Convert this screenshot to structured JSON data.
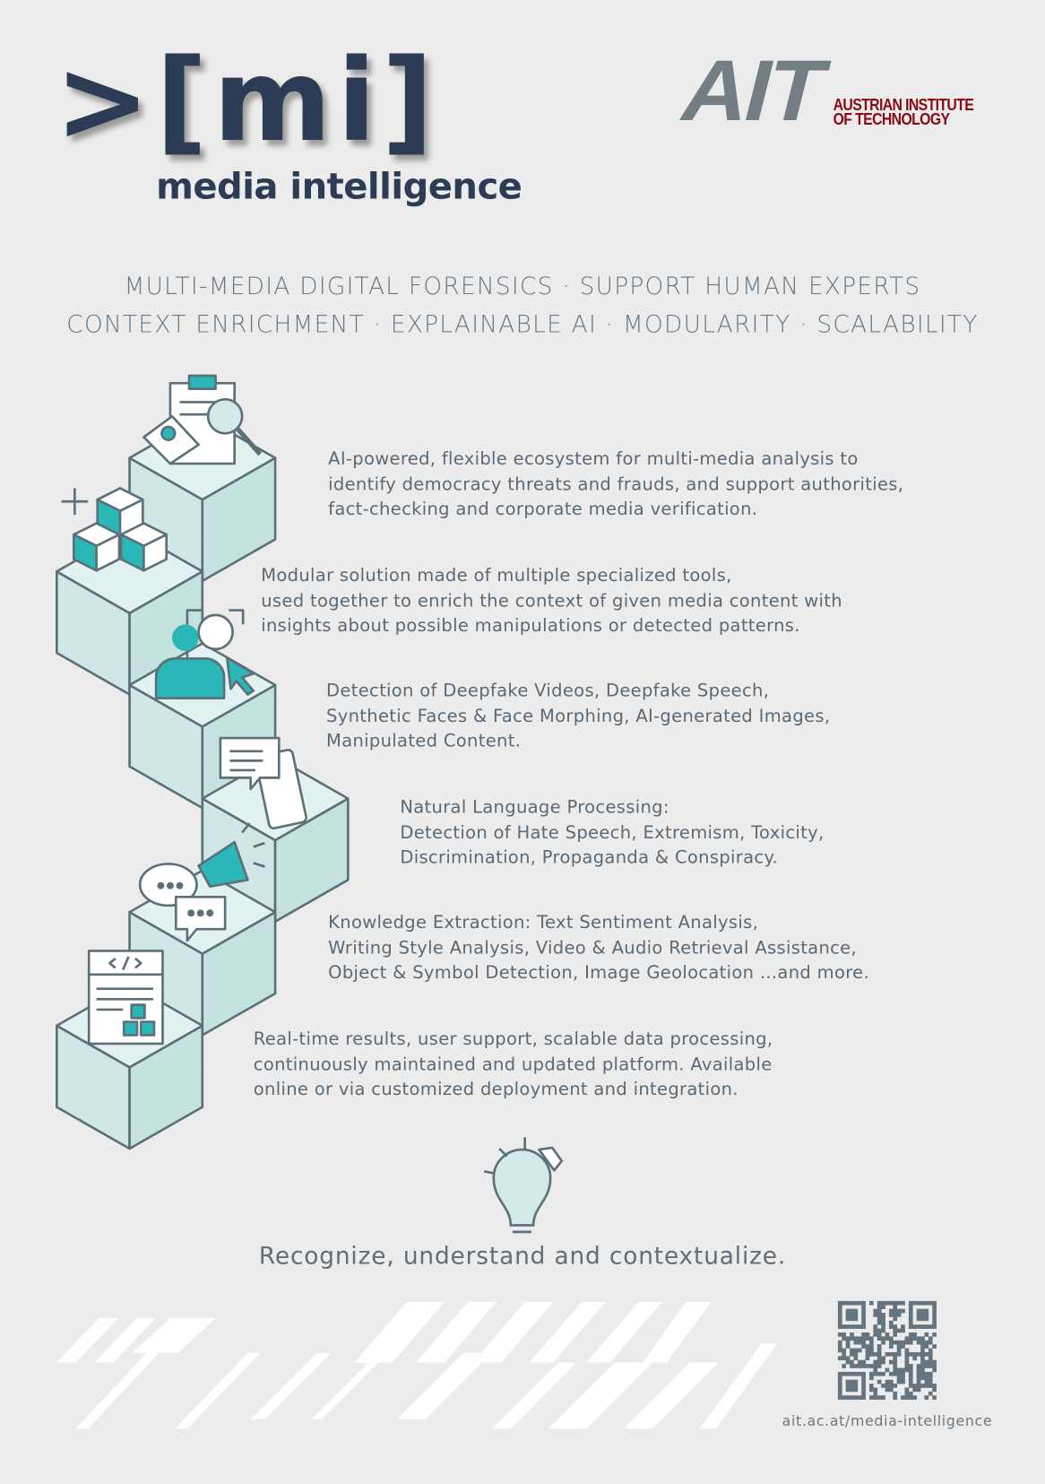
{
  "brand": {
    "logo_text": ">[mi]",
    "logo_subtitle": "media intelligence",
    "partner_logo": "AIT",
    "partner_name_line1": "AUSTRIAN INSTITUTE",
    "partner_name_line2": "OF TECHNOLOGY"
  },
  "taglines": [
    "MULTI-MEDIA DIGITAL FORENSICS · SUPPORT HUMAN EXPERTS",
    "CONTEXT ENRICHMENT · EXPLAINABLE AI · MODULARITY · SCALABILITY"
  ],
  "features": [
    {
      "icon": "clipboard-magnifier-icon",
      "lines": [
        "AI-powered, flexible ecosystem for multi-media analysis to",
        "identify democracy threats and frauds, and support authorities,",
        "fact-checking and corporate media verification."
      ]
    },
    {
      "icon": "modular-boxes-icon",
      "lines": [
        "Modular solution made of multiple specialized tools,",
        "used together to enrich the context of given media content with",
        "insights about possible manipulations or detected patterns."
      ]
    },
    {
      "icon": "face-detection-icon",
      "lines": [
        "Detection of Deepfake Videos, Deepfake Speech,",
        "Synthetic Faces & Face Morphing, AI-generated Images,",
        "Manipulated Content."
      ]
    },
    {
      "icon": "phone-message-icon",
      "lines": [
        "Natural Language Processing:",
        "Detection of Hate Speech, Extremism, Toxicity,",
        "Discrimination, Propaganda & Conspiracy."
      ]
    },
    {
      "icon": "megaphone-chat-icon",
      "lines": [
        "Knowledge Extraction: Text Sentiment Analysis,",
        "Writing Style Analysis, Video & Audio Retrieval Assistance,",
        "Object & Symbol Detection, Image Geolocation ...and more."
      ]
    },
    {
      "icon": "code-window-icon",
      "lines": [
        "Real-time results, user support, scalable data processing,",
        "continuously maintained and updated platform. Available",
        "online or via customized deployment and integration."
      ]
    }
  ],
  "motto": "Recognize, understand and contextualize.",
  "footer": {
    "url": "ait.ac.at/media-intelligence",
    "qr_icon": "qr-code-icon"
  },
  "colors": {
    "navy": "#2d3c55",
    "grey": "#6b7880",
    "teal": "#2bb7b8",
    "cube": "#d3ebe8",
    "red": "#8a0a12",
    "background": "#ececec"
  }
}
